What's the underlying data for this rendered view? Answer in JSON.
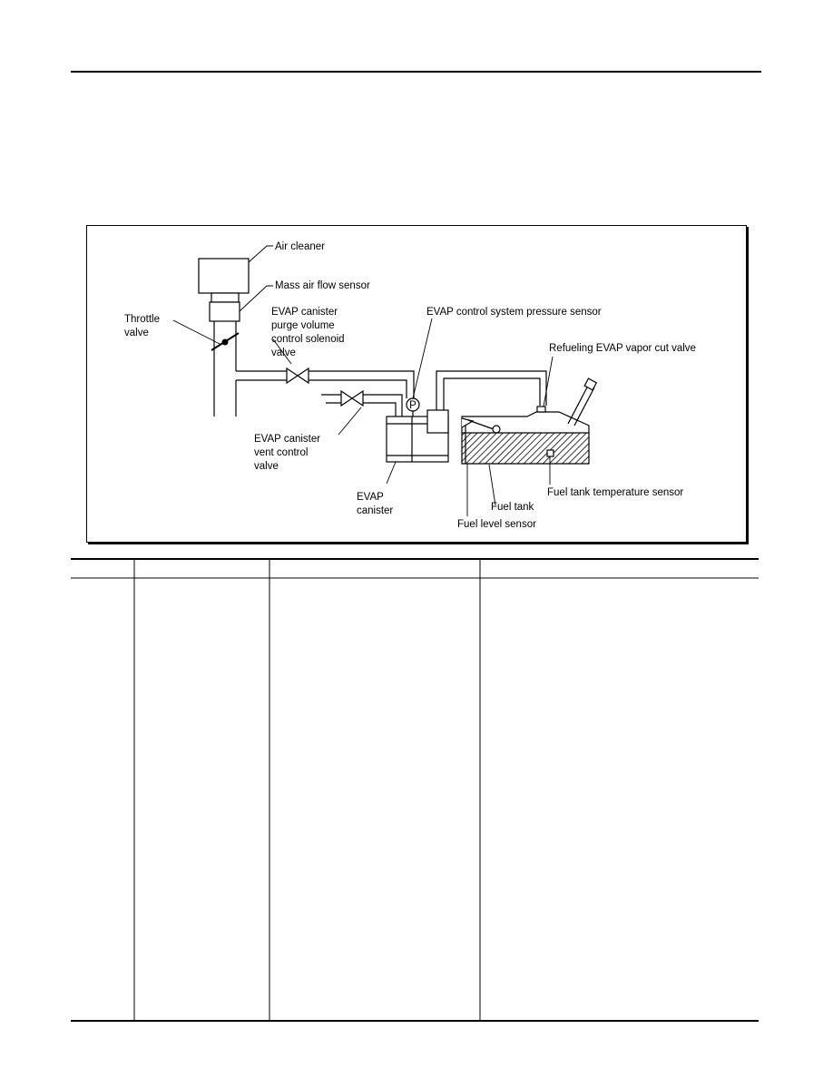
{
  "diagram": {
    "labels": {
      "air_cleaner": "Air cleaner",
      "mass_air_flow_sensor": "Mass air flow sensor",
      "throttle_valve_1": "Throttle",
      "throttle_valve_2": "valve",
      "purge_valve_1": "EVAP canister",
      "purge_valve_2": "purge volume",
      "purge_valve_3": "control solenoid",
      "purge_valve_4": "valve",
      "pressure_sensor": "EVAP control system pressure sensor",
      "pressure_sensor_symbol": "P",
      "refueling_cut_valve": "Refueling EVAP vapor cut valve",
      "vent_valve_1": "EVAP canister",
      "vent_valve_2": "vent control",
      "vent_valve_3": "valve",
      "canister_1": "EVAP",
      "canister_2": "canister",
      "fuel_tank": "Fuel tank",
      "fuel_tank_temp_sensor": "Fuel tank temperature sensor",
      "fuel_level_sensor": "Fuel level sensor"
    }
  },
  "table": {
    "headers": [
      "",
      "",
      "",
      ""
    ],
    "rows": []
  }
}
